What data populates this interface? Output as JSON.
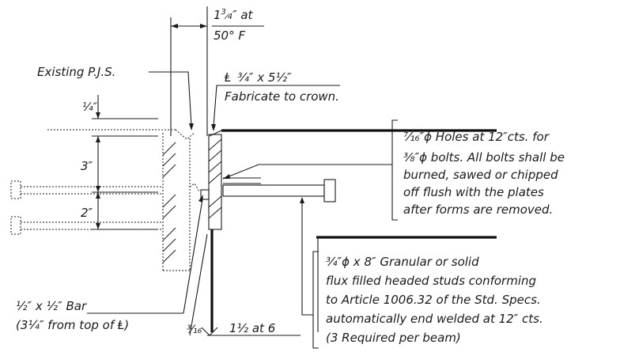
{
  "gap_note": {
    "line1_whole": "1",
    "line1_num": "3",
    "line1_den": "4",
    "line1_rest": "″ at",
    "line2": "50° F"
  },
  "existing_pjs": "Existing P.J.S.",
  "plate_note": {
    "symbol": "Ⱡ",
    "dims": "¾″ x 5½″",
    "line2": "Fabricate to crown."
  },
  "dim_quarter": "¼″",
  "dim_three": "3″",
  "dim_two": "2″",
  "holes_note": [
    "⁷⁄₁₆″ϕ Holes at 12″cts. for",
    "³⁄₈″ϕ bolts. All bolts shall be",
    "burned, sawed or chipped",
    "off flush with the plates",
    "after forms are removed."
  ],
  "studs_note": [
    "¾″ϕ x 8″ Granular or solid",
    "flux filled headed studs conforming",
    "to Article 1006.32 of the Std. Specs.",
    "automatically end welded at 12″ cts.",
    "(3 Required per beam)"
  ],
  "bar_note": {
    "line1": "½″ x ½″ Bar",
    "line2": "(3¼″ from top of Ⱡ)"
  },
  "weld_note": {
    "size": "³⁄₁₆",
    "text": "1½ at 6"
  }
}
